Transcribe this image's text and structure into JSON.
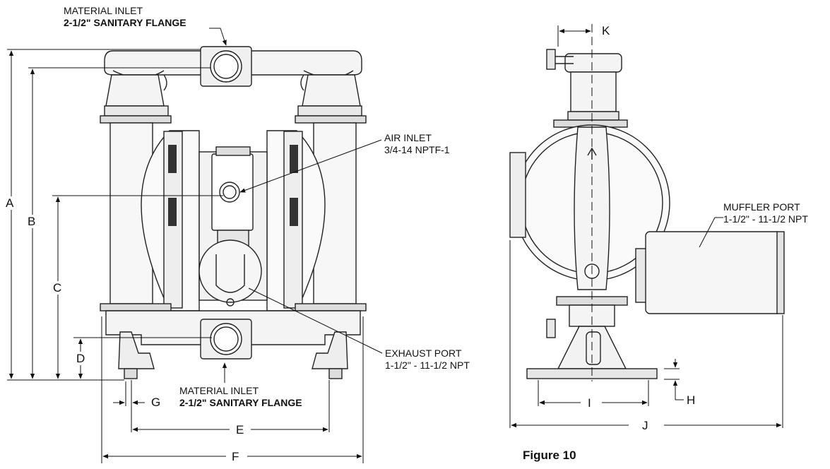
{
  "callouts": {
    "material_inlet_top": {
      "line1": "MATERIAL INLET",
      "line2": "2-1/2\" SANITARY FLANGE"
    },
    "air_inlet": {
      "line1": "AIR INLET",
      "line2": "3/4-14 NPTF-1"
    },
    "exhaust_port": {
      "line1": "EXHAUST PORT",
      "line2": "1-1/2\" - 11-1/2 NPT"
    },
    "material_inlet_bottom": {
      "line1": "MATERIAL INLET",
      "line2": "2-1/2\" SANITARY FLANGE"
    },
    "muffler_port": {
      "line1": "MUFFLER PORT",
      "line2": "1-1/2\" - 11-1/2 NPT"
    }
  },
  "dimensions": {
    "A": "A",
    "B": "B",
    "C": "C",
    "D": "D",
    "E": "E",
    "F": "F",
    "G": "G",
    "H": "H",
    "I": "I",
    "J": "J",
    "K": "K"
  },
  "figure_caption": "Figure 10"
}
